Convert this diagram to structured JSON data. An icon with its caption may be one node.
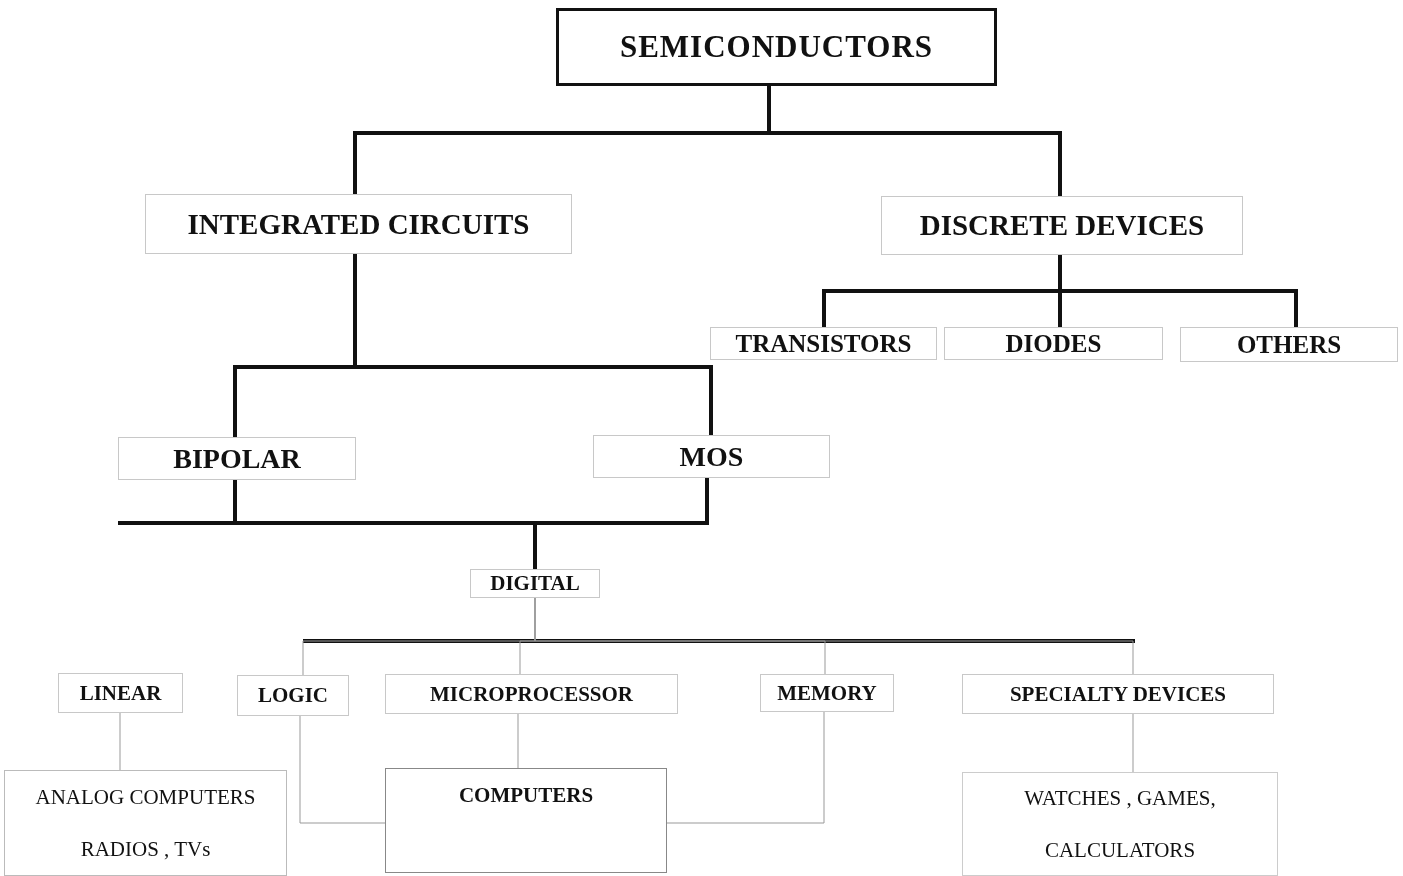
{
  "diagram": {
    "nodes": [
      {
        "text": [
          "SEMICONDUCTORS"
        ]
      },
      {
        "text": [
          "INTEGRATED CIRCUITS"
        ]
      },
      {
        "text": [
          "DISCRETE DEVICES"
        ]
      },
      {
        "text": [
          "TRANSISTORS"
        ]
      },
      {
        "text": [
          "DIODES"
        ]
      },
      {
        "text": [
          "OTHERS"
        ]
      },
      {
        "text": [
          "BIPOLAR"
        ]
      },
      {
        "text": [
          "MOS"
        ]
      },
      {
        "text": [
          "DIGITAL"
        ]
      },
      {
        "text": [
          "LINEAR"
        ]
      },
      {
        "text": [
          "LOGIC"
        ]
      },
      {
        "text": [
          "MICROPROCESSOR"
        ]
      },
      {
        "text": [
          "MEMORY"
        ]
      },
      {
        "text": [
          "SPECIALTY DEVICES"
        ]
      },
      {
        "text": [
          "ANALOG COMPUTERS",
          "RADIOS , TVs"
        ]
      },
      {
        "text": [
          "COMPUTERS"
        ]
      },
      {
        "text": [
          "WATCHES , GAMES, CALCULATORS"
        ]
      }
    ],
    "edges": [
      {
        "from": 0,
        "to": 1,
        "arrow": "none",
        "style": "thick"
      },
      {
        "from": 0,
        "to": 2,
        "arrow": "none",
        "style": "thick"
      },
      {
        "from": 1,
        "to": 6,
        "arrow": "none",
        "style": "thick"
      },
      {
        "from": 1,
        "to": 7,
        "arrow": "none",
        "style": "thick"
      },
      {
        "from": 2,
        "to": 3,
        "arrow": "none",
        "style": "thick"
      },
      {
        "from": 2,
        "to": 4,
        "arrow": "none",
        "style": "thick"
      },
      {
        "from": 2,
        "to": 5,
        "arrow": "none",
        "style": "thick"
      },
      {
        "from": 6,
        "to": 8,
        "arrow": "none",
        "style": "thick"
      },
      {
        "from": 7,
        "to": 8,
        "arrow": "none",
        "style": "thick"
      },
      {
        "from": 8,
        "to": 10,
        "arrow": "none",
        "color": "#999999"
      },
      {
        "from": 8,
        "to": 11,
        "arrow": "none",
        "color": "#999999"
      },
      {
        "from": 8,
        "to": 12,
        "arrow": "none",
        "color": "#999999"
      },
      {
        "from": 8,
        "to": 13,
        "arrow": "none",
        "color": "#999999"
      },
      {
        "from": 9,
        "to": 14,
        "arrow": "none",
        "color": "#999999"
      },
      {
        "from": 11,
        "to": 15,
        "arrow": "none",
        "color": "#999999"
      },
      {
        "from": 10,
        "to": 15,
        "arrow": "none",
        "color": "#999999"
      },
      {
        "from": 12,
        "to": 15,
        "arrow": "none",
        "color": "#999999"
      },
      {
        "from": 13,
        "to": 16,
        "arrow": "none",
        "color": "#999999"
      }
    ]
  }
}
